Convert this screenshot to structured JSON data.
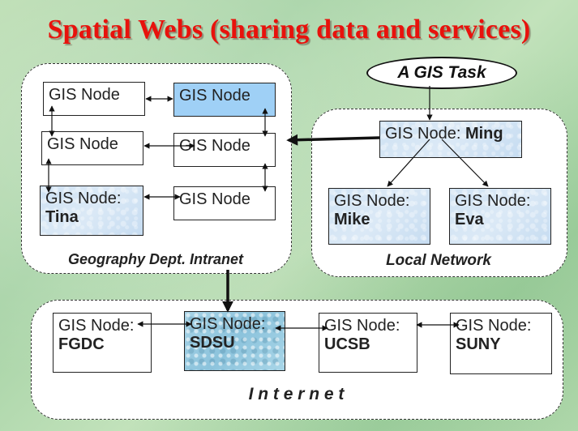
{
  "title": "Spatial Webs (sharing data and services)",
  "task": "A GIS Task",
  "regions": {
    "geography": {
      "label": "Geography Dept. Intranet"
    },
    "local": {
      "label": "Local Network"
    },
    "internet": {
      "label": "I n t e r n e t"
    }
  },
  "nodes": {
    "g1": {
      "line1": "GIS Node"
    },
    "g2": {
      "line1": "GIS Node"
    },
    "g3": {
      "line1": "GIS Node"
    },
    "g4": {
      "line1": "GIS Node"
    },
    "g5": {
      "line1": "GIS Node:",
      "line2": "Tina"
    },
    "g6": {
      "line1": "GIS Node"
    },
    "ming": {
      "line1": "GIS Node: ",
      "name": "Ming"
    },
    "mike": {
      "line1": "GIS Node:",
      "line2": "Mike"
    },
    "eva": {
      "line1": "GIS Node:",
      "line2": "Eva"
    },
    "fgdc": {
      "line1": "GIS Node:",
      "line2": "FGDC"
    },
    "sdsu": {
      "line1": "GIS Node:",
      "line2": "SDSU"
    },
    "ucsb": {
      "line1": "GIS Node:",
      "line2": "UCSB"
    },
    "suny": {
      "line1": "GIS Node:",
      "line2": "SUNY"
    }
  }
}
